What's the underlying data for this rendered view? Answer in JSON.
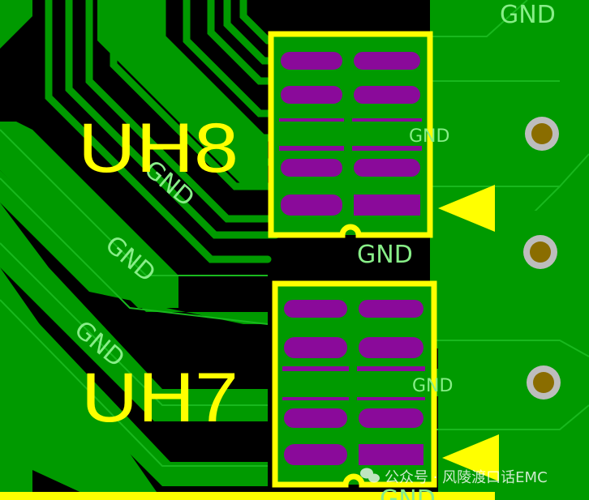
{
  "colors": {
    "background": "#000000",
    "copper": "#009a00",
    "copper_edge": "#19b81e",
    "pad_purple": "#8a0a9a",
    "silkscreen": "#ffff00",
    "net_label": "#88ee88",
    "via_ring": "#bdbdbd",
    "via_hole": "#8a6d00"
  },
  "components": [
    {
      "designator": "UH8"
    },
    {
      "designator": "UH7"
    }
  ],
  "net_labels": {
    "top_right": "GND",
    "diag_1": "GND",
    "diag_2": "GND",
    "diag_3": "GND",
    "uh8_bottom": "GND",
    "uh8_right": "GND",
    "uh7_right": "GND",
    "uh7_bottom": "GND"
  },
  "watermark": {
    "icon": "wechat-icon",
    "text": "公众号 · 风陵渡口话EMC"
  }
}
